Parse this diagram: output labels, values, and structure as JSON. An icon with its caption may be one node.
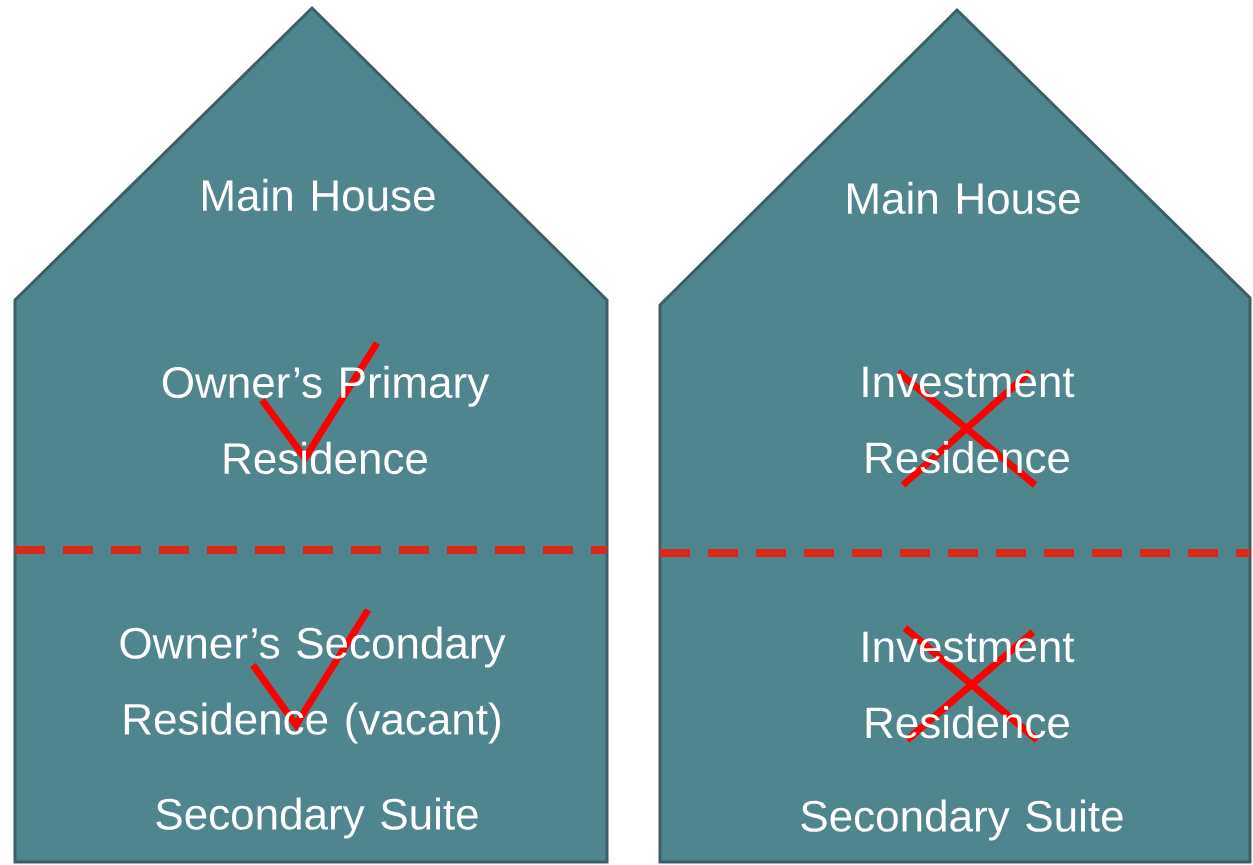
{
  "diagram": {
    "nodes": [
      {
        "text": [
          "Main House",
          "Owner’s Primary Residence",
          "Owner’s Secondary Residence (vacant)",
          "Secondary Suite"
        ]
      },
      {
        "text": [
          "Main House",
          "Investment Residence",
          "Investment Residence",
          "Secondary Suite"
        ]
      }
    ]
  }
}
